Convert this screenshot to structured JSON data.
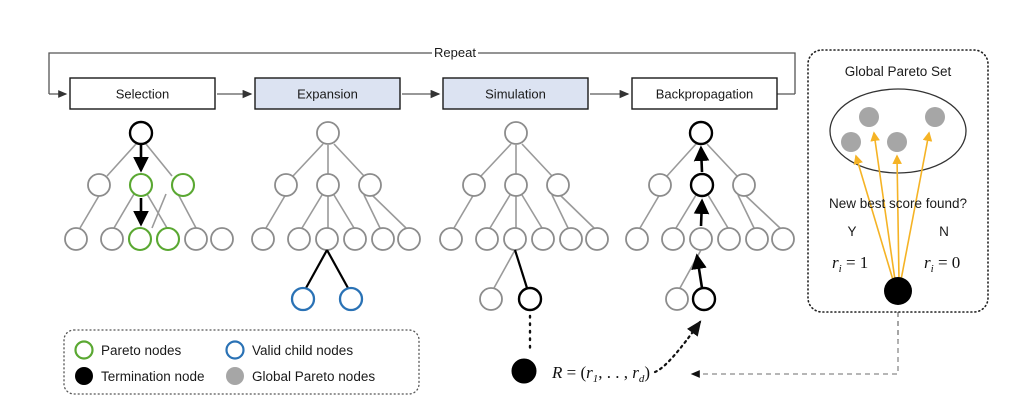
{
  "flow": {
    "repeat_label": "Repeat",
    "stages": [
      {
        "label": "Selection",
        "fill": "#ffffff"
      },
      {
        "label": "Expansion",
        "fill": "#dce3f2"
      },
      {
        "label": "Simulation",
        "fill": "#dce3f2"
      },
      {
        "label": "Backpropagation",
        "fill": "#ffffff"
      }
    ]
  },
  "panel": {
    "title": "Global Pareto Set",
    "question": "New best score found?",
    "yes_label": "Y",
    "no_label": "N",
    "yes_value": "r",
    "yes_sub": "i",
    "yes_eq": " = 1",
    "no_value": "r",
    "no_sub": "i",
    "no_eq": " = 0"
  },
  "reward": {
    "expr_head": "R",
    "expr_eq": " = (",
    "r1": "r",
    "r1sub": "1",
    "mid": ", . . , ",
    "rd": "r",
    "rdsub": "d",
    "close": ")"
  },
  "legend": {
    "items": [
      {
        "label": "Pareto nodes",
        "icon": "open-circle-green",
        "stroke": "#5aa832",
        "fill": "none"
      },
      {
        "label": "Valid child nodes",
        "icon": "open-circle-blue",
        "stroke": "#2a72b5",
        "fill": "none"
      },
      {
        "label": "Termination node",
        "icon": "filled-circle-black",
        "stroke": "#000000",
        "fill": "#000000"
      },
      {
        "label": "Global Pareto nodes",
        "icon": "filled-circle-gray",
        "stroke": "#a6a6a6",
        "fill": "#a6a6a6"
      }
    ]
  },
  "colors": {
    "gray_node": "#8c8c8c",
    "green_node": "#5aa832",
    "blue_node": "#2a72b5",
    "black_node": "#000000",
    "gpareto_node": "#a6a6a6",
    "arrow_orange": "#f5b325",
    "box_blue": "#dce3f2",
    "edge_gray": "#9a9a9a",
    "line_dark": "#555555"
  },
  "trees": {
    "selection": {
      "highlight": "green",
      "path_nodes": [
        "root",
        "mid-child",
        "mid-grandchild"
      ]
    },
    "expansion": {
      "new_children": 2,
      "new_child_color": "blue"
    },
    "simulation": {
      "rollout_nodes": 2
    },
    "backpropagation": {
      "backprop_path_nodes": 4
    }
  }
}
